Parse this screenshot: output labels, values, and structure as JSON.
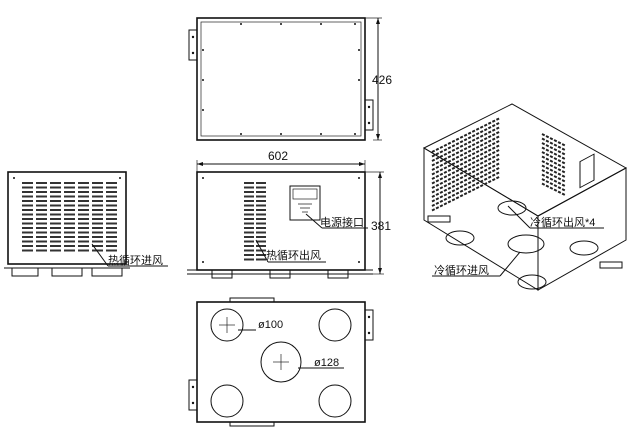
{
  "dimensions": {
    "width": "602",
    "height_top_view": "426",
    "height_front_view": "381",
    "diameter_small": "ø100",
    "diameter_large": "ø128"
  },
  "labels": {
    "hot_inlet": "热循环进风",
    "hot_outlet": "热循环出风",
    "power_interface": "电源接口",
    "cold_outlet": "冷循环出风*4",
    "cold_inlet": "冷循环进风"
  }
}
